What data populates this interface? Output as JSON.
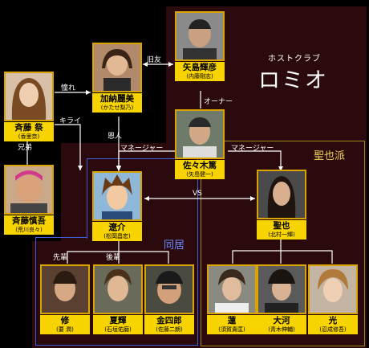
{
  "club": {
    "subtitle": "ホストクラブ",
    "name": "ロミオ"
  },
  "labels": {
    "seiya_faction": "聖也派",
    "dokyo": "同居",
    "kyuyu": "旧友",
    "akogare": "憧れ",
    "owner": "オーナー",
    "kirai": "キライ",
    "onjin": "恩人",
    "kyodai": "兄弟",
    "manager_left": "マネージャー",
    "manager_right": "マネージャー",
    "vs": "VS",
    "senpai": "先輩",
    "kohai": "後輩"
  },
  "people": {
    "kano": {
      "name": "加納麗美",
      "actor": "(かたせ梨乃)"
    },
    "yajima": {
      "name": "矢島輝彦",
      "actor": "(内藤剛志)"
    },
    "matsuri": {
      "name": "斉藤 祭",
      "actor": "(香里奈)"
    },
    "sasaki": {
      "name": "佐々木篤",
      "actor": "(矢島健一)"
    },
    "shingo": {
      "name": "斉藤慎吾",
      "actor": "(荒川良々)"
    },
    "ryosuke": {
      "name": "遼介",
      "actor": "(松岡昌宏)"
    },
    "seiya": {
      "name": "聖也",
      "actor": "(北村一輝)"
    },
    "osamu": {
      "name": "修",
      "actor": "(要 潤)"
    },
    "natsuki": {
      "name": "夏輝",
      "actor": "(石垣佑磨)"
    },
    "kinshiro": {
      "name": "金四郎",
      "actor": "(佐藤二朗)"
    },
    "ren": {
      "name": "蓮",
      "actor": "(須賀貴匡)"
    },
    "taiga": {
      "name": "大河",
      "actor": "(青木伸輔)"
    },
    "hikaru": {
      "name": "光",
      "actor": "(忍成修吾)"
    }
  },
  "colors": {
    "background": "#000000",
    "romio_region": "#2a0a0c",
    "romio_region_bright": "#33080a",
    "dokyo_border": "#3f5fd6",
    "faction_border": "#9a8a1a",
    "photo_border": "#d9a400",
    "name_plate": "#f7d300",
    "line": "#ffffff"
  }
}
